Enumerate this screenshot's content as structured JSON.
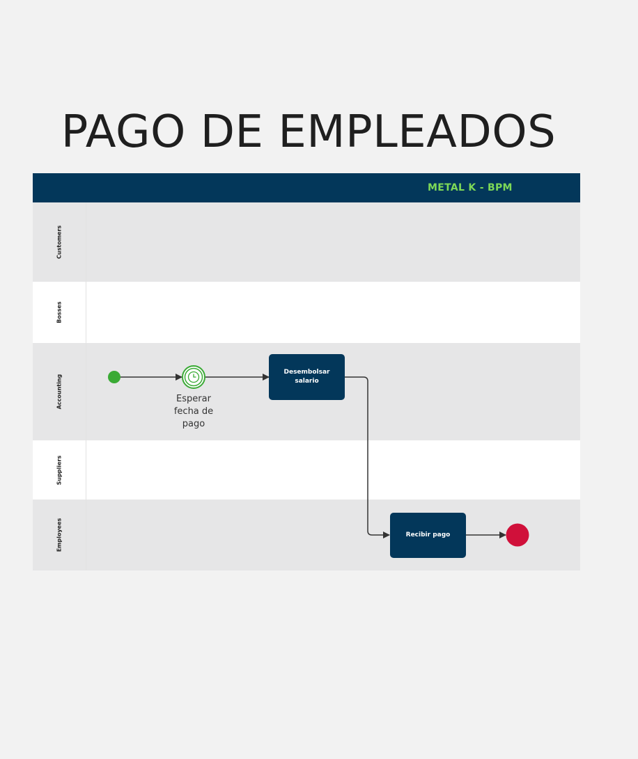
{
  "title": "PAGO DE EMPLEADOS",
  "pool": {
    "title": "METAL K - BPM",
    "header_color": "#03375a",
    "title_color": "#7ed957"
  },
  "lanes": [
    {
      "label": "Customers"
    },
    {
      "label": "Bosses"
    },
    {
      "label": "Accounting"
    },
    {
      "label": "Suppliers"
    },
    {
      "label": "Employees"
    }
  ],
  "elements": {
    "start_event": {
      "type": "start-event",
      "color": "#3aaa35"
    },
    "timer_event": {
      "type": "timer-intermediate-event",
      "label": "Esperar fecha de pago",
      "color": "#3aaa35"
    },
    "task_desembolsar": {
      "type": "task",
      "label": "Desembolsar salario"
    },
    "task_recibir": {
      "type": "task",
      "label": "Recibir pago"
    },
    "end_event": {
      "type": "end-event",
      "color": "#d0103a"
    }
  },
  "flows": [
    {
      "from": "start_event",
      "to": "timer_event"
    },
    {
      "from": "timer_event",
      "to": "task_desembolsar"
    },
    {
      "from": "task_desembolsar",
      "to": "task_recibir"
    },
    {
      "from": "task_recibir",
      "to": "end_event"
    }
  ]
}
